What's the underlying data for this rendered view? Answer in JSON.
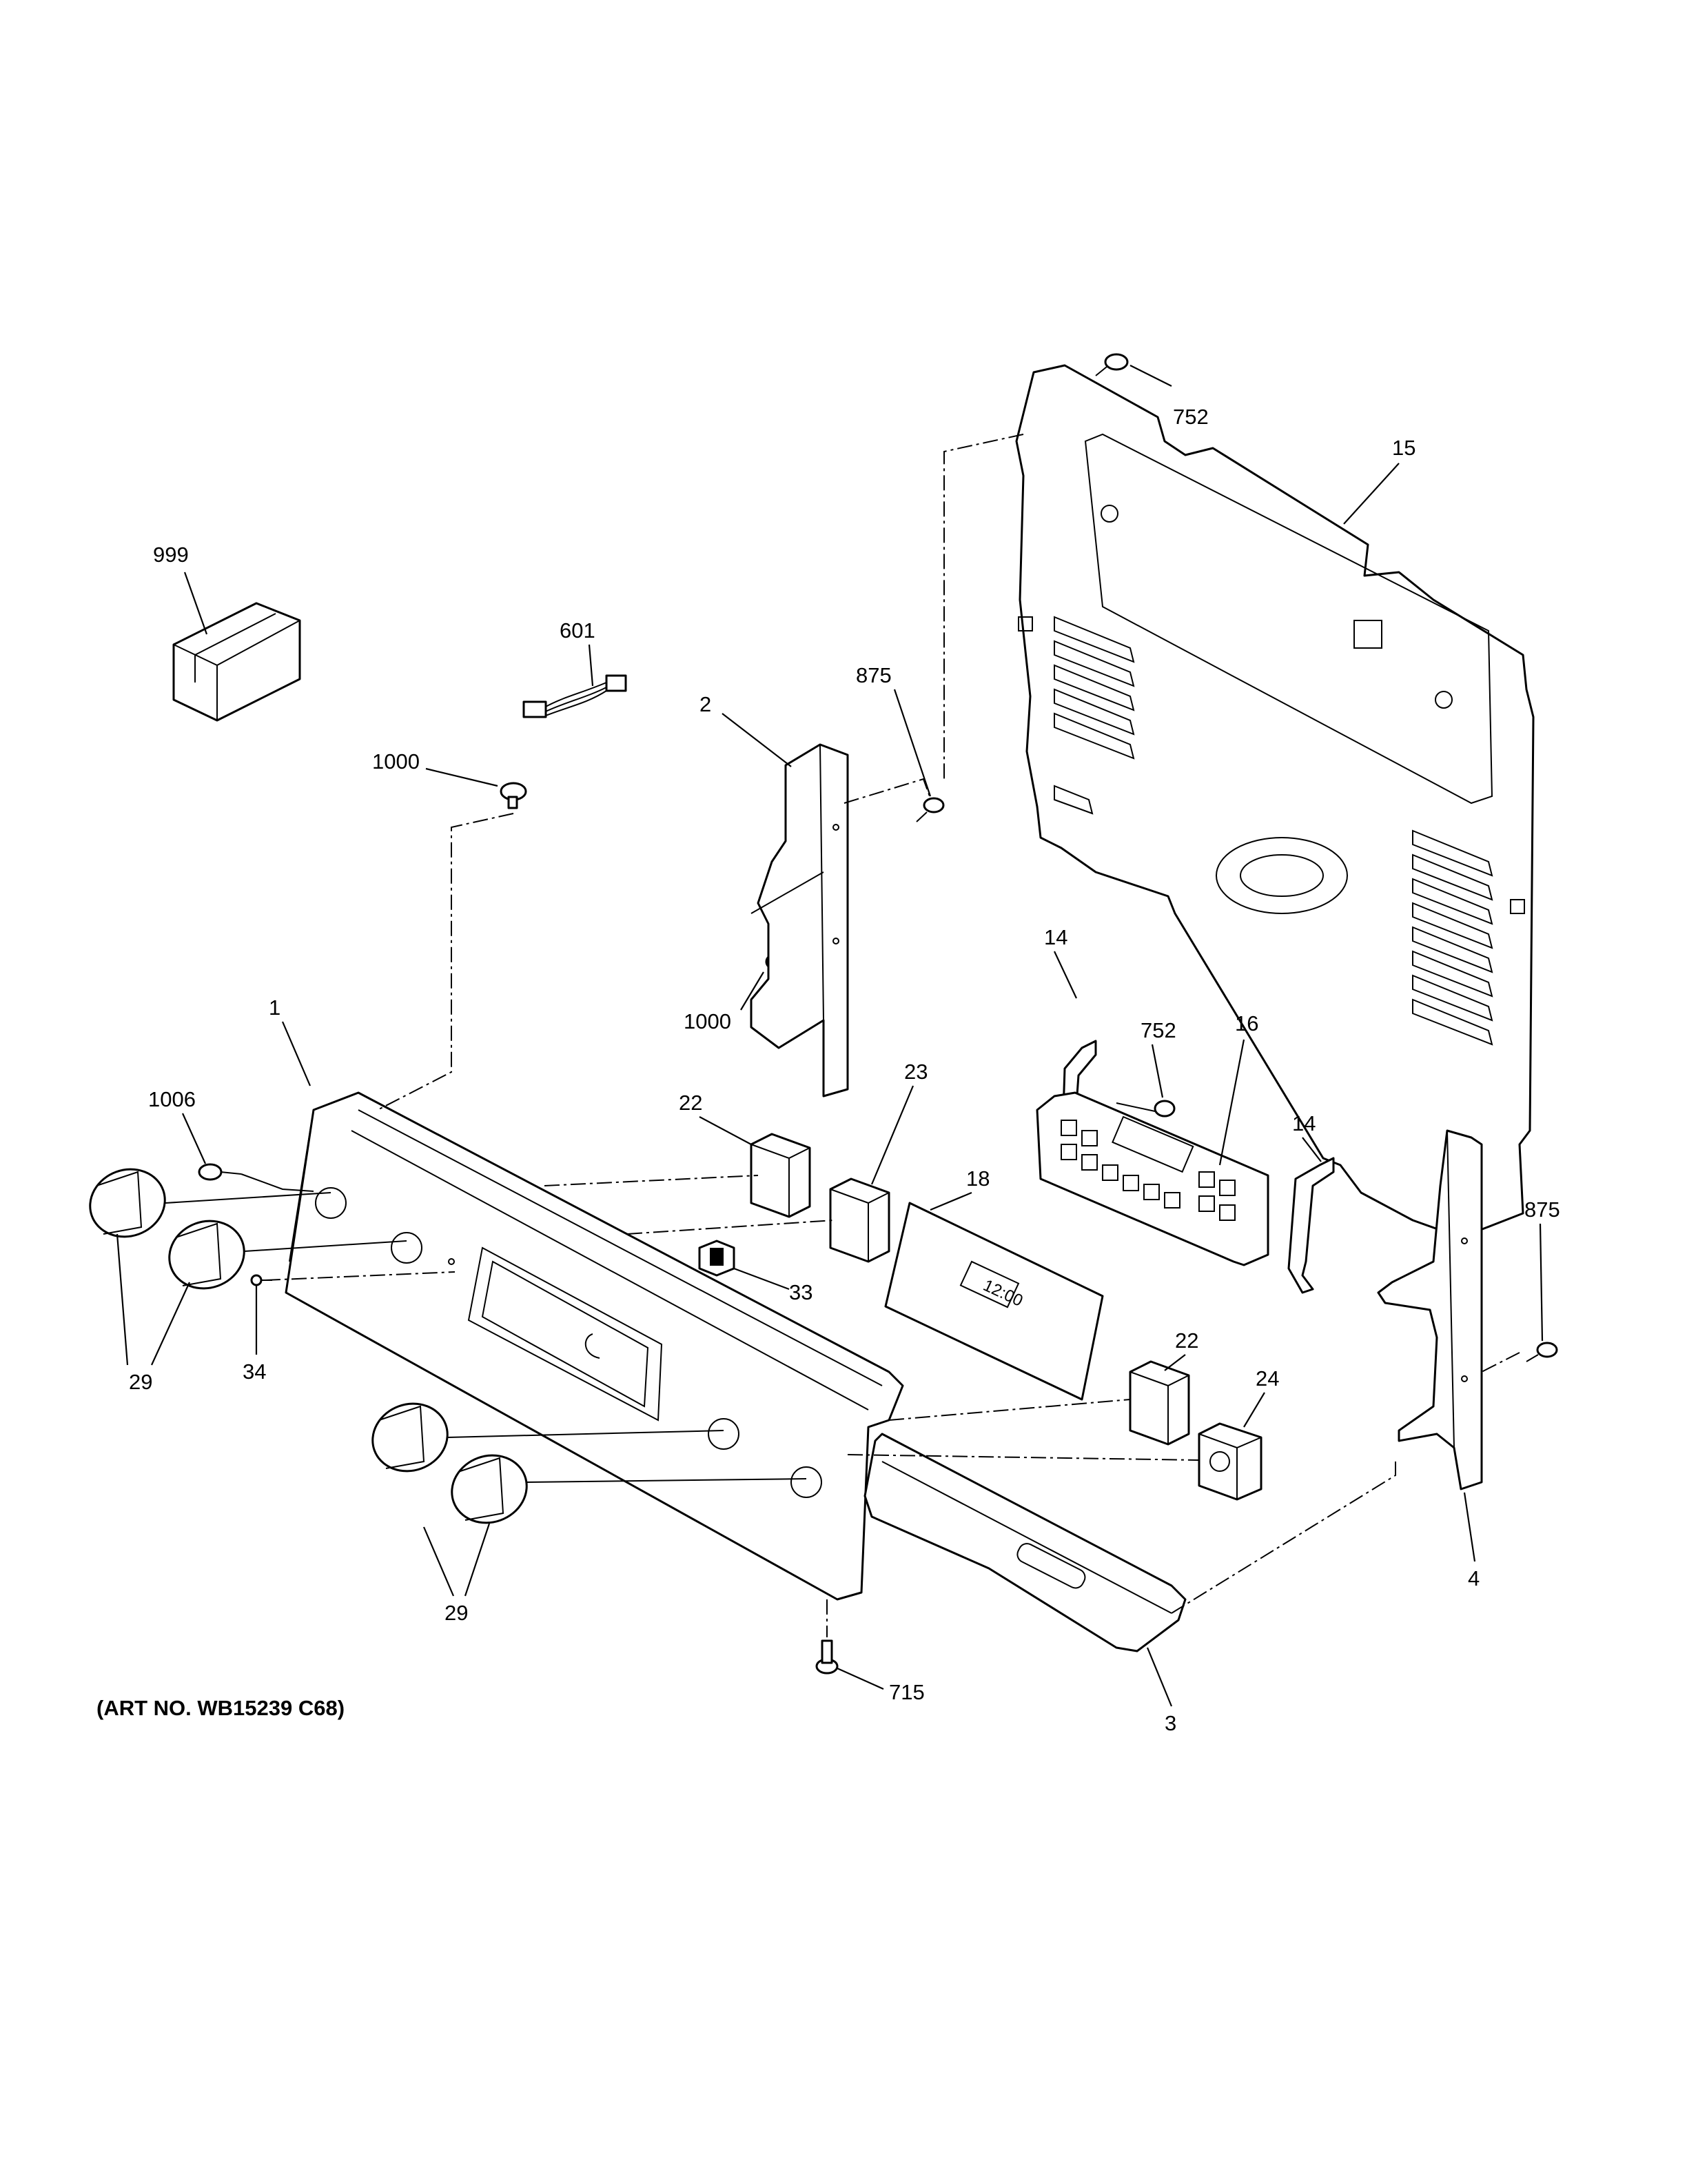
{
  "caption": "(ART NO. WB15239 C68)",
  "clock_display": "12:00",
  "labels": {
    "p999": "999",
    "p601": "601",
    "p1000_top": "1000",
    "p1000_mid": "1000",
    "p2": "2",
    "p875_top": "875",
    "p752_top": "752",
    "p15": "15",
    "p14_left": "14",
    "p14_right": "14",
    "p752_mid": "752",
    "p16": "16",
    "p1": "1",
    "p1006": "1006",
    "p22_top": "22",
    "p23": "23",
    "p18": "18",
    "p33": "33",
    "p29_left": "29",
    "p34": "34",
    "p22_bottom": "22",
    "p24": "24",
    "p875_right": "875",
    "p4": "4",
    "p29_bottom": "29",
    "p715": "715",
    "p3": "3"
  }
}
